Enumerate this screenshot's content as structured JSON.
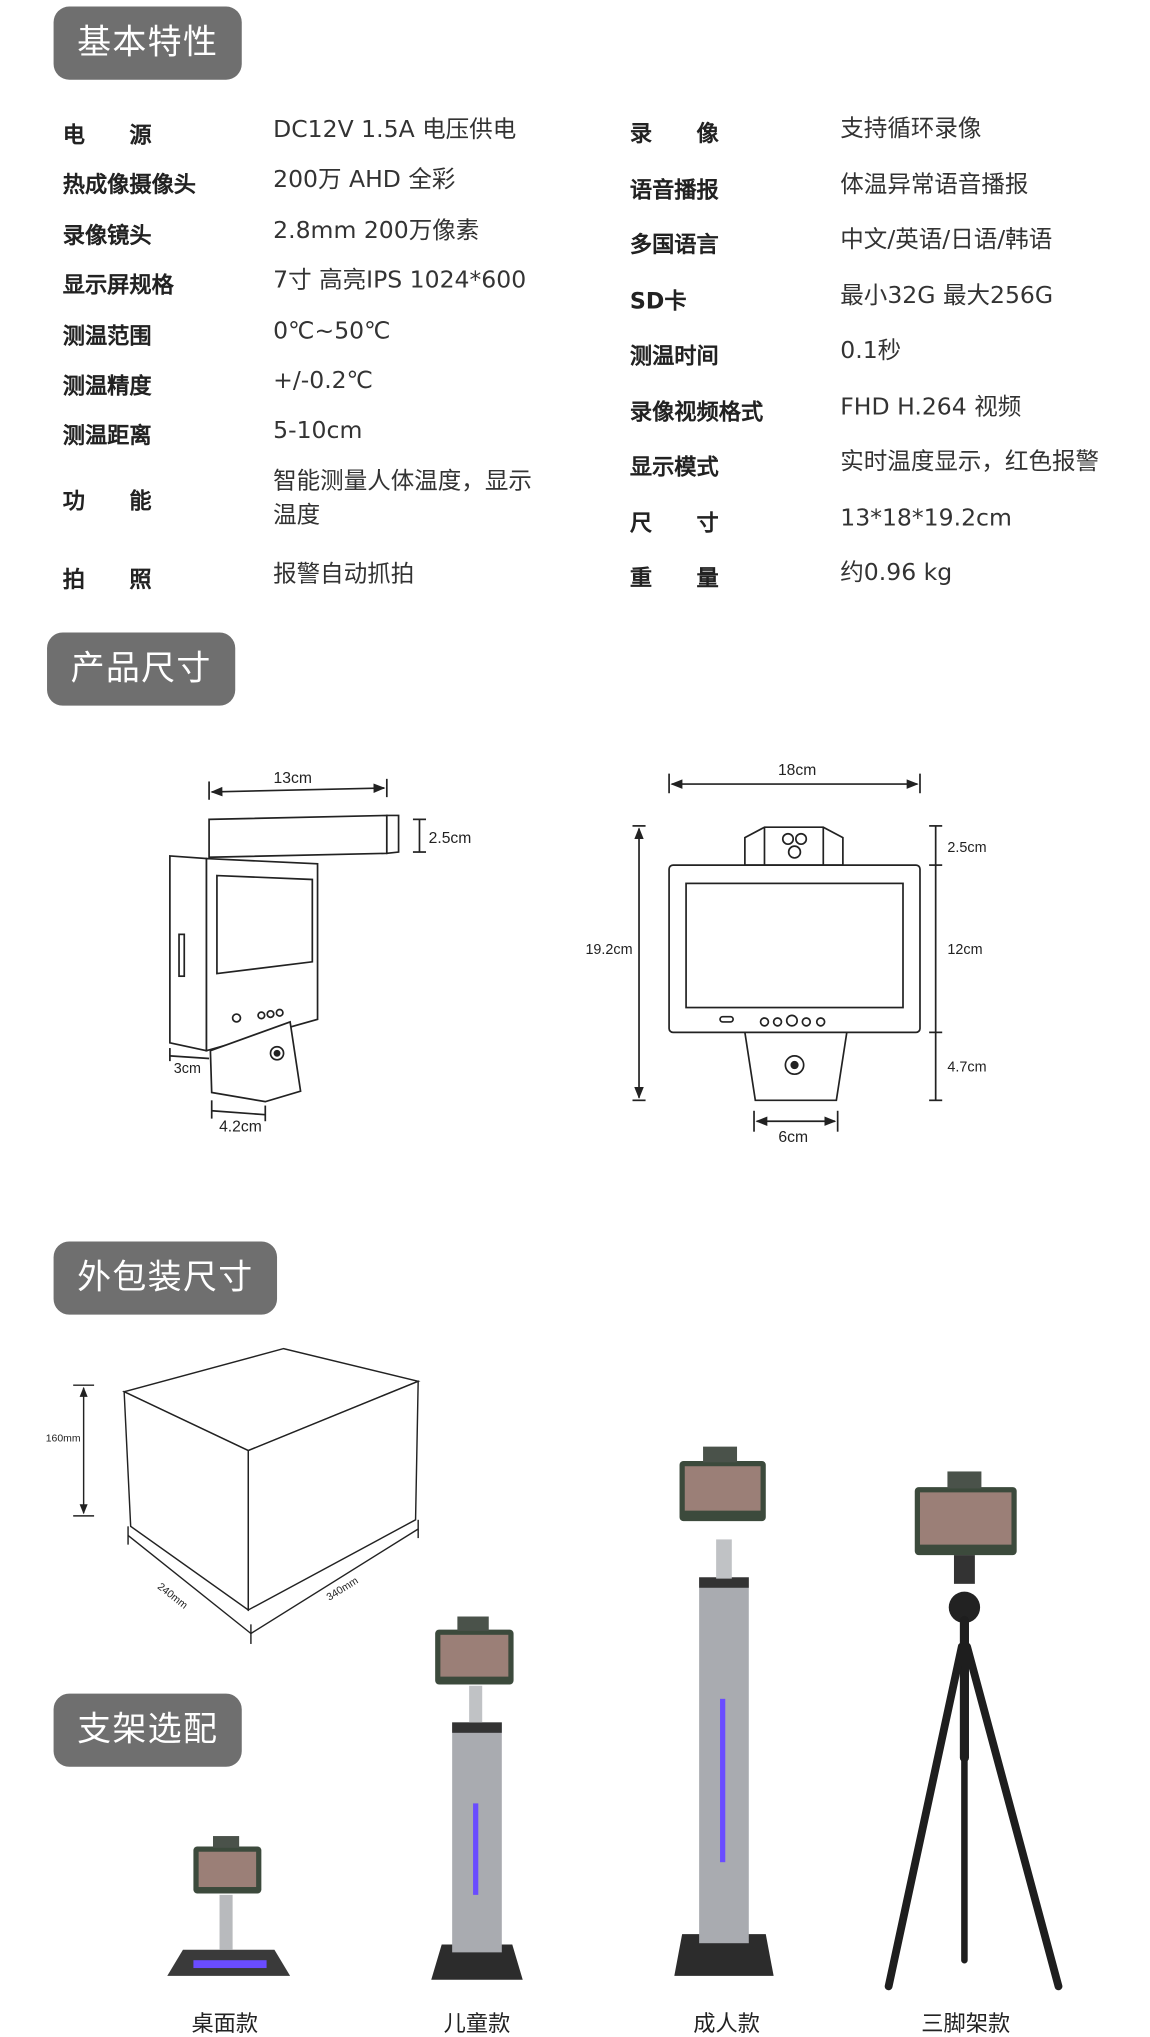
{
  "sections": {
    "basic": "基本特性",
    "size": "产品尺寸",
    "package": "外包装尺寸",
    "stand": "支架选配"
  },
  "specs_left": [
    {
      "label": "电　　源",
      "value": "DC12V 1.5A 电压供电"
    },
    {
      "label": "热成像摄像头",
      "value": "200万  AHD 全彩"
    },
    {
      "label": "录像镜头",
      "value": "2.8mm  200万像素"
    },
    {
      "label": "显示屏规格",
      "value": "7寸  高亮IPS  1024*600"
    },
    {
      "label": "测温范围",
      "value": "0℃~50℃"
    },
    {
      "label": "测温精度",
      "value": "+/-0.2℃"
    },
    {
      "label": "测温距离",
      "value": "5-10cm"
    },
    {
      "label": "功　　能",
      "value": "智能测量人体温度，显示",
      "value2": "温度"
    },
    {
      "label": "拍　　照",
      "value": "报警自动抓拍"
    }
  ],
  "specs_right": [
    {
      "label": "录　　像",
      "value": "支持循环录像"
    },
    {
      "label": "语音播报",
      "value": "体温异常语音播报"
    },
    {
      "label": "多国语言",
      "value": "中文/英语/日语/韩语"
    },
    {
      "label": "SD卡",
      "value": "最小32G  最大256G"
    },
    {
      "label": "测温时间",
      "value": "0.1秒"
    },
    {
      "label": "录像视频格式",
      "value": "FHD  H.264 视频"
    },
    {
      "label": "显示模式",
      "value": "实时温度显示，红色报警"
    },
    {
      "label": "尺　　寸",
      "value": "13*18*19.2cm"
    },
    {
      "label": "重　　量",
      "value": "约0.96 kg"
    }
  ],
  "dimensions": {
    "side_width": "13cm",
    "side_camera": "2.5cm",
    "side_depth": "3cm",
    "side_stand": "4.2cm",
    "front_width": "18cm",
    "front_height": "19.2cm",
    "front_camera": "2.5cm",
    "front_screen": "12cm",
    "front_stand_h": "4.7cm",
    "front_stand_w": "6cm"
  },
  "package": {
    "height": "160mm",
    "depth": "240mm",
    "width": "340mm"
  },
  "stands": [
    "桌面款",
    "儿童款",
    "成人款",
    "三脚架款"
  ],
  "colors": {
    "pill": "#6f6f6f",
    "pole": "#a9abb0",
    "light": "#6a4cff"
  }
}
